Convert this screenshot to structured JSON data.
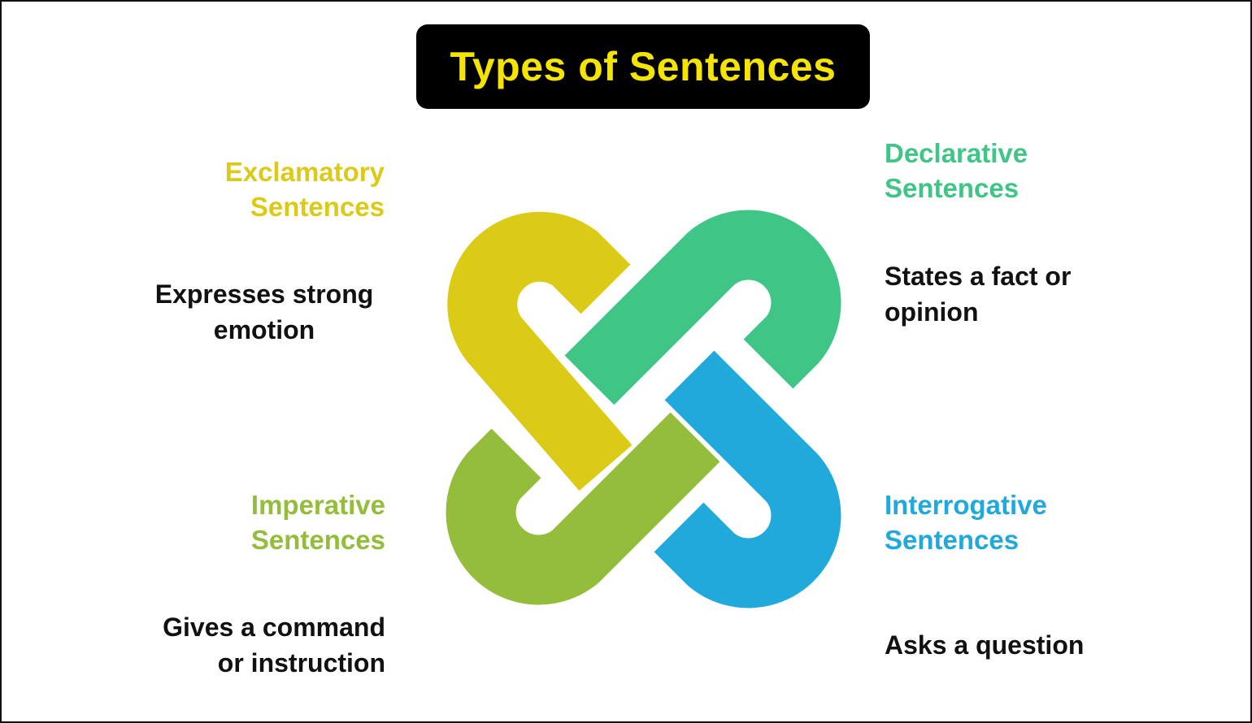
{
  "title": "Types of Sentences",
  "colors": {
    "title_bg": "#000000",
    "title_text": "#f5e400",
    "exclamatory": "#dccb16",
    "declarative": "#3fc585",
    "imperative": "#93bd3b",
    "interrogative": "#21a9dc",
    "description": "#111111"
  },
  "types": {
    "exclamatory": {
      "name_line1": "Exclamatory",
      "name_line2": "Sentences",
      "desc_line1": "Expresses strong",
      "desc_line2": "emotion"
    },
    "declarative": {
      "name_line1": "Declarative",
      "name_line2": "Sentences",
      "desc_line1": "States a fact or",
      "desc_line2": "opinion"
    },
    "imperative": {
      "name_line1": "Imperative",
      "name_line2": "Sentences",
      "desc_line1": "Gives a command",
      "desc_line2": "or instruction"
    },
    "interrogative": {
      "name_line1": "Interrogative",
      "name_line2": "Sentences",
      "desc_line1": "Asks a question"
    }
  }
}
